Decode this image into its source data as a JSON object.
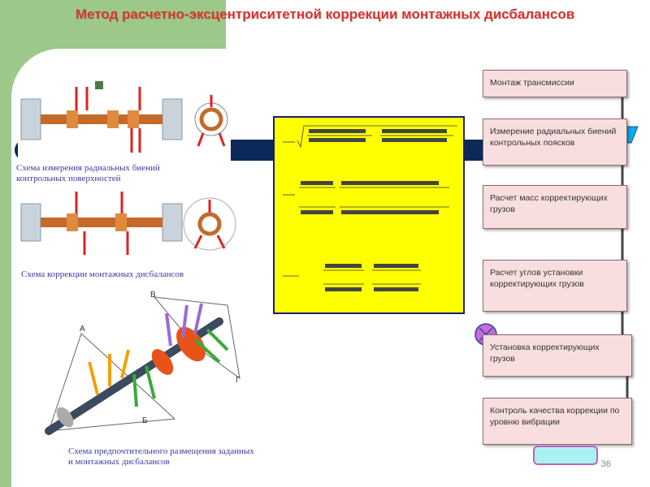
{
  "title": "Метод расчетно-эксцентриситетной коррекции монтажных дисбалансов",
  "captions": {
    "scheme1": "Схема измерения радиальных биений контрольных поверхностей",
    "scheme2": "Схема коррекции монтажных дисбалансов",
    "scheme3": "Схема предпочтительного размещения заданных и  монтажных дисбалансов"
  },
  "flowchart": {
    "steps": [
      {
        "label": "Монтаж трансмиссии"
      },
      {
        "label": "Измерение радиальных биений контрольных поясков"
      },
      {
        "label": "Расчет масс корректирующих грузов"
      },
      {
        "label": "Расчет углов установки корректирующих  грузов"
      },
      {
        "label": "Установка корректирующих грузов"
      },
      {
        "label": "Контроль качества коррекции по уровню вибрации"
      }
    ]
  },
  "diagram_labels": {
    "plane_a": "А",
    "plane_b": "Б",
    "plane_v": "В",
    "plane_g": "Г"
  },
  "page_number": "36",
  "colors": {
    "title": "#d9342b",
    "accent_green": "#9cc98a",
    "navy": "#0b2a5a",
    "formula_bg": "#ffff00",
    "flow_box": "#f8dede",
    "caption": "#3a3aa0",
    "terminator": "#aaf2f2"
  }
}
